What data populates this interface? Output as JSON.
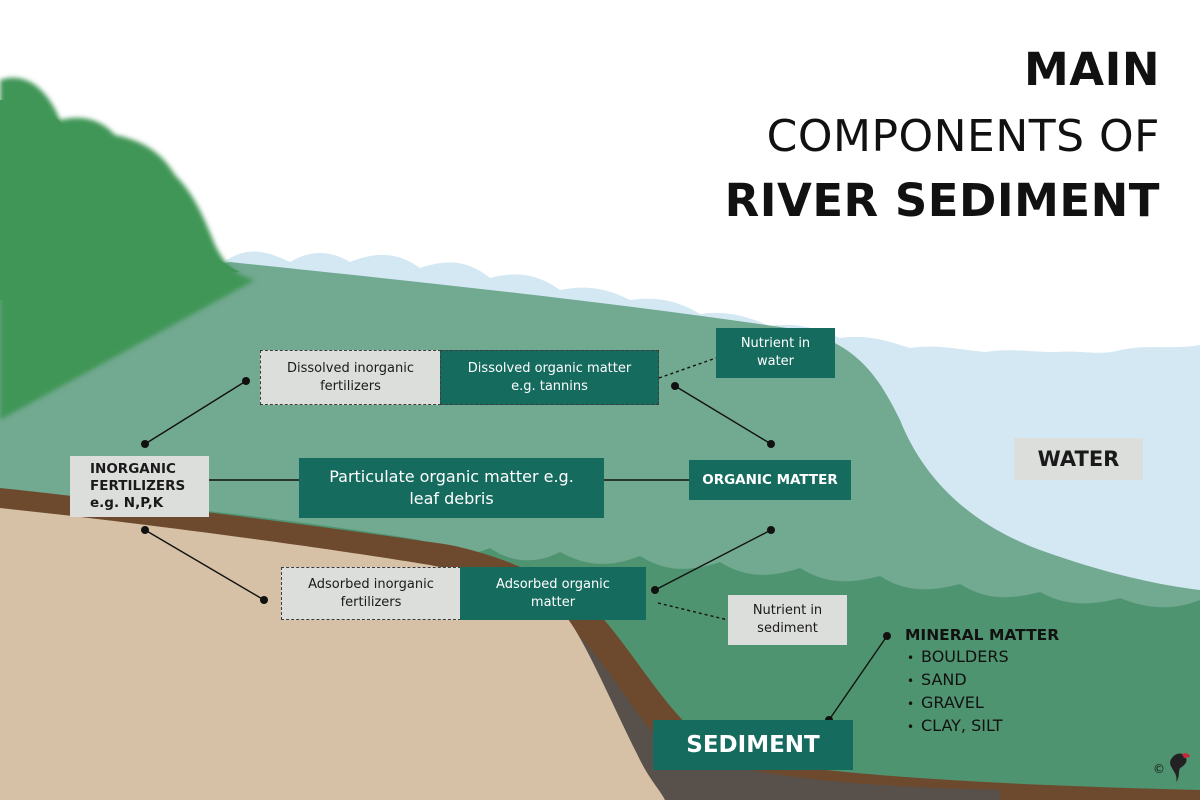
{
  "title": {
    "line1": "MAIN",
    "line2": "COMPONENTS OF",
    "line3": "RIVER SEDIMENT"
  },
  "labels": {
    "water": "WATER",
    "sediment": "SEDIMENT",
    "inorganic_fertilizers_1": "INORGANIC",
    "inorganic_fertilizers_2": "FERTILIZERS",
    "inorganic_fertilizers_3": "e.g. N,P,K",
    "organic_matter": "ORGANIC MATTER",
    "particulate_1": "Particulate organic matter e.g.",
    "particulate_2": "leaf debris",
    "dissolved_inorganic_1": "Dissolved inorganic",
    "dissolved_inorganic_2": "fertilizers",
    "dissolved_organic_1": "Dissolved organic matter",
    "dissolved_organic_2": "e.g. tannins",
    "nutrient_water_1": "Nutrient in",
    "nutrient_water_2": "water",
    "adsorbed_inorganic_1": "Adsorbed inorganic",
    "adsorbed_inorganic_2": "fertilizers",
    "adsorbed_organic_1": "Adsorbed organic",
    "adsorbed_organic_2": "matter",
    "nutrient_sediment_1": "Nutrient in",
    "nutrient_sediment_2": "sediment"
  },
  "mineral_matter": {
    "heading": "MINERAL MATTER",
    "items": [
      "BOULDERS",
      "SAND",
      "GRAVEL",
      "CLAY, SILT"
    ]
  },
  "copyright": "©",
  "colors": {
    "hill_green": "#3f9656",
    "water_light_blue": "#d3e8f3",
    "river_green": "#72a991",
    "sediment_green": "#4f9470",
    "soil_tan": "#d6c1a6",
    "soil_brown": "#6d4a2e",
    "dark_rock": "#57504b",
    "box_teal": "#166b5f",
    "box_grey": "#dcdedb"
  }
}
